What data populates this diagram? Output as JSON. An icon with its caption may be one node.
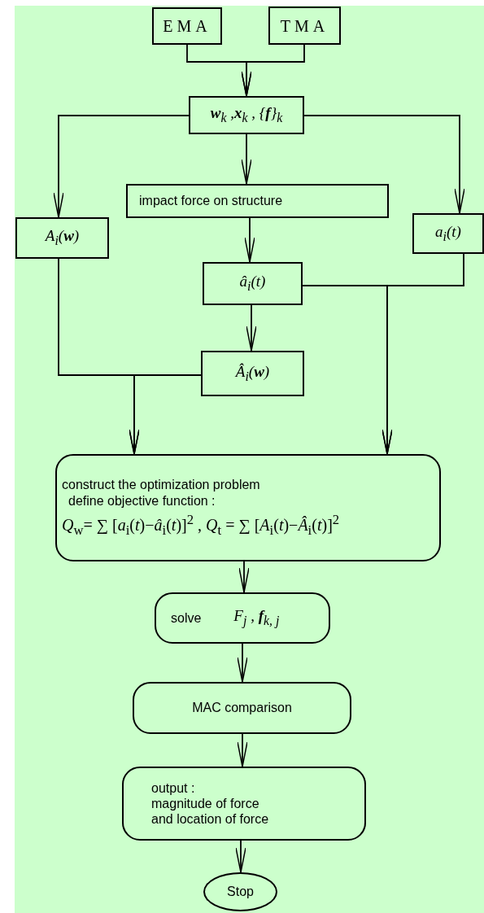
{
  "diagram": {
    "nodes": [
      {
        "text": [
          "EMA"
        ]
      },
      {
        "text": [
          "TMA"
        ]
      },
      {
        "text": [
          "**w**$_{k}$ ,**x**$_{k}$ , {**f**}$_{k}$"
        ]
      },
      {
        "text": [
          "impact force on structure"
        ]
      },
      {
        "text": [
          "A$_{i}$(**w**)"
        ]
      },
      {
        "text": [
          "a$_{i}$(t)"
        ]
      },
      {
        "text": [
          "â$_{i}$(t)"
        ]
      },
      {
        "text": [
          "Â$_{i}$(**w**)"
        ]
      },
      {
        "text": [
          "construct the optimization problem",
          "define objective function :",
          "*Q*$_{w}$= ∑ [*a*$_{i}$(*t*)−*â*$_{i}$(*t*)]$^{2}$ , *Q*$_{t}$ = ∑ [*A*$_{i}$(*t*)−*Â*$_{i}$(*t*)]$^{2}$"
        ]
      },
      {
        "text": [
          "solve",
          "F$_{j}$ , **f**$_{k, j}$"
        ]
      },
      {
        "text": [
          "MAC comparison"
        ]
      },
      {
        "text": [
          "output :",
          "magnitude of force",
          "and location of force"
        ]
      },
      {
        "text": [
          "Stop"
        ]
      }
    ],
    "edges": [
      {
        "from": 0,
        "to": 2,
        "arrow": "to"
      },
      {
        "from": 1,
        "to": 2,
        "arrow": "to"
      },
      {
        "from": 2,
        "to": 3,
        "arrow": "to"
      },
      {
        "from": 2,
        "to": 4,
        "arrow": "to"
      },
      {
        "from": 2,
        "to": 5,
        "arrow": "to"
      },
      {
        "from": 3,
        "to": 6,
        "arrow": "to"
      },
      {
        "from": 6,
        "to": 7,
        "arrow": "to"
      },
      {
        "from": 4,
        "to": 8,
        "arrow": "to"
      },
      {
        "from": 7,
        "to": 8,
        "arrow": "to"
      },
      {
        "from": 6,
        "to": 8,
        "arrow": "to"
      },
      {
        "from": 5,
        "to": 8,
        "arrow": "to"
      },
      {
        "from": 8,
        "to": 9,
        "arrow": "to"
      },
      {
        "from": 9,
        "to": 10,
        "arrow": "to"
      },
      {
        "from": 10,
        "to": 11,
        "arrow": "to"
      },
      {
        "from": 11,
        "to": 12,
        "arrow": "to"
      }
    ]
  }
}
